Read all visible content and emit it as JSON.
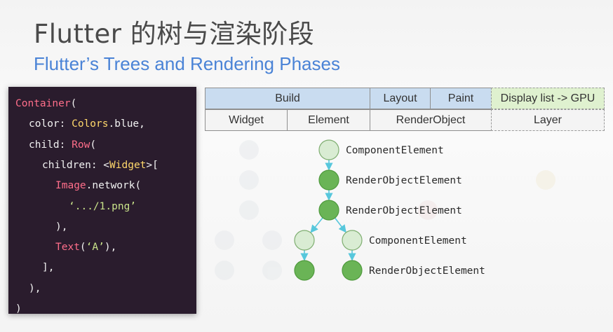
{
  "header": {
    "title": "Flutter 的树与渲染阶段",
    "subtitle": "Flutter’s Trees and Rendering Phases"
  },
  "code": {
    "lines": [
      {
        "indent": 0,
        "parts": [
          [
            "kw",
            "Container"
          ],
          [
            "p",
            "("
          ]
        ]
      },
      {
        "indent": 1,
        "parts": [
          [
            "p",
            "color: "
          ],
          [
            "ty",
            "Colors"
          ],
          [
            "p",
            ".blue,"
          ]
        ]
      },
      {
        "indent": 1,
        "parts": [
          [
            "p",
            "child: "
          ],
          [
            "kw",
            "Row"
          ],
          [
            "p",
            "("
          ]
        ]
      },
      {
        "indent": 2,
        "parts": [
          [
            "p",
            "children: <"
          ],
          [
            "ty",
            "Widget"
          ],
          [
            "p",
            ">["
          ]
        ]
      },
      {
        "indent": 3,
        "parts": [
          [
            "kw",
            "Image"
          ],
          [
            "p",
            ".network("
          ]
        ]
      },
      {
        "indent": 4,
        "parts": [
          [
            "st",
            "‘.../1.png’"
          ]
        ]
      },
      {
        "indent": 3,
        "parts": [
          [
            "p",
            "),"
          ]
        ]
      },
      {
        "indent": 3,
        "parts": [
          [
            "kw",
            "Text"
          ],
          [
            "p",
            "("
          ],
          [
            "st",
            "‘A’"
          ],
          [
            "p",
            "),"
          ]
        ]
      },
      {
        "indent": 2,
        "parts": [
          [
            "p",
            "],"
          ]
        ]
      },
      {
        "indent": 1,
        "parts": [
          [
            "p",
            "),"
          ]
        ]
      },
      {
        "indent": 0,
        "parts": [
          [
            "p",
            ")"
          ]
        ]
      }
    ]
  },
  "phases": {
    "build": "Build",
    "layout": "Layout",
    "paint": "Paint",
    "gpu": "Display list -> GPU"
  },
  "trees": {
    "widget": "Widget",
    "element": "Element",
    "render_object": "RenderObject",
    "layer": "Layer"
  },
  "element_tree": {
    "nodes": [
      {
        "label": "ComponentElement",
        "kind": "component"
      },
      {
        "label": "RenderObjectElement",
        "kind": "render"
      },
      {
        "label": "RenderObjectElement",
        "kind": "render"
      },
      {
        "label": "ComponentElement",
        "kind": "component"
      },
      {
        "label": "RenderObjectElement",
        "kind": "render"
      },
      {
        "label": "",
        "kind": "component"
      },
      {
        "label": "",
        "kind": "render"
      }
    ],
    "edges": [
      [
        0,
        1
      ],
      [
        1,
        2
      ],
      [
        2,
        5
      ],
      [
        2,
        3
      ],
      [
        5,
        6
      ],
      [
        3,
        4
      ]
    ]
  },
  "colors": {
    "component_fill": "#d9ecd3",
    "component_stroke": "#7fae71",
    "render_fill": "#6ab456",
    "render_stroke": "#4f9a3d",
    "edge": "#57c7dc"
  }
}
